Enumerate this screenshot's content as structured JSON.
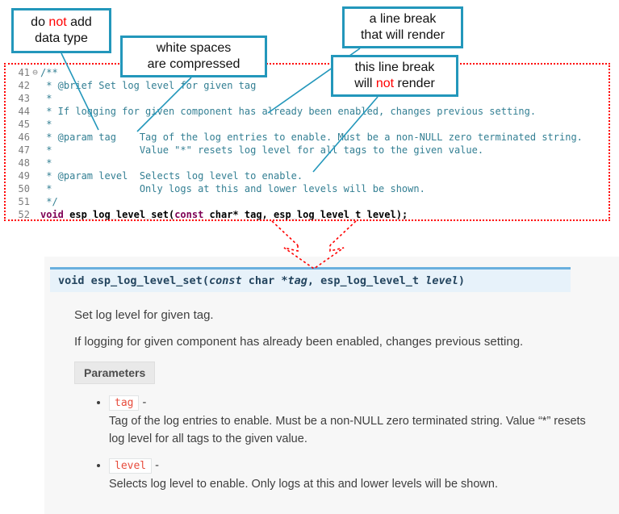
{
  "callouts": [
    {
      "lines": [
        [
          {
            "t": "do "
          },
          {
            "t": "not",
            "red": true
          },
          {
            "t": " add"
          }
        ],
        [
          {
            "t": "data type"
          }
        ]
      ]
    },
    {
      "lines": [
        [
          {
            "t": "white spaces"
          }
        ],
        [
          {
            "t": "are  compressed"
          }
        ]
      ]
    },
    {
      "lines": [
        [
          {
            "t": "a line break"
          }
        ],
        [
          {
            "t": "that will render"
          }
        ]
      ]
    },
    {
      "lines": [
        [
          {
            "t": "this line break"
          }
        ],
        [
          {
            "t": "will "
          },
          {
            "t": "not",
            "red": true
          },
          {
            "t": " render"
          }
        ]
      ]
    }
  ],
  "editor": {
    "lines": [
      {
        "num": "41",
        "fold": "⊖",
        "segments": [
          {
            "t": "/**",
            "c": "comment"
          }
        ]
      },
      {
        "num": "42",
        "segments": [
          {
            "t": " * @brief Set log level for given tag",
            "c": "comment"
          }
        ]
      },
      {
        "num": "43",
        "segments": [
          {
            "t": " *",
            "c": "comment"
          }
        ]
      },
      {
        "num": "44",
        "segments": [
          {
            "t": " * If logging for given component has already been enabled, changes previous setting.",
            "c": "comment"
          }
        ]
      },
      {
        "num": "45",
        "segments": [
          {
            "t": " *",
            "c": "comment"
          }
        ]
      },
      {
        "num": "46",
        "segments": [
          {
            "t": " * @param tag    Tag of the log entries to enable. Must be a non-NULL zero terminated string.",
            "c": "comment"
          }
        ]
      },
      {
        "num": "47",
        "segments": [
          {
            "t": " *               Value \"*\" resets log level for all tags to the given value.",
            "c": "comment"
          }
        ]
      },
      {
        "num": "48",
        "segments": [
          {
            "t": " *",
            "c": "comment"
          }
        ]
      },
      {
        "num": "49",
        "segments": [
          {
            "t": " * @param level  Selects log level to enable.",
            "c": "comment"
          }
        ]
      },
      {
        "num": "50",
        "segments": [
          {
            "t": " *               Only logs at this and lower levels will be shown.",
            "c": "comment"
          }
        ]
      },
      {
        "num": "51",
        "segments": [
          {
            "t": " */",
            "c": "comment"
          }
        ]
      },
      {
        "num": "52",
        "segments": [
          {
            "t": "void",
            "c": "keyword"
          },
          {
            "t": " esp_log_level_set(",
            "c": "code"
          },
          {
            "t": "const",
            "c": "keyword"
          },
          {
            "t": " char* tag, esp_log_level_t level);",
            "c": "code"
          }
        ]
      }
    ]
  },
  "docs": {
    "signature": [
      {
        "t": "void ",
        "c": "kw"
      },
      {
        "t": "esp_log_level_set",
        "c": "name"
      },
      {
        "t": "(",
        "c": "pl"
      },
      {
        "t": "const",
        "c": "kwi"
      },
      {
        "t": " char *",
        "c": "pl"
      },
      {
        "t": "tag",
        "c": "param"
      },
      {
        "t": ", esp_log_level_t ",
        "c": "pl"
      },
      {
        "t": "level",
        "c": "param"
      },
      {
        "t": ")",
        "c": "pl"
      }
    ],
    "brief": "Set log level for given tag.",
    "description": "If logging for given component has already been enabled, changes previous setting.",
    "parameters_label": "Parameters",
    "params": [
      {
        "name": "tag",
        "desc": "Tag of the log entries to enable. Must be a non-NULL zero terminated string. Value “*” resets log level for all tags to the given value."
      },
      {
        "name": "level",
        "desc": "Selects log level to enable. Only logs at this and lower levels will be shown."
      }
    ]
  },
  "colors": {
    "callout_border": "#2397bb",
    "highlight_red": "#ff0000",
    "comment_teal": "#337f93",
    "keyword_purple": "#7f0055",
    "doc_accent_blue": "#6ab0de",
    "literal_red": "#e74c3c"
  }
}
